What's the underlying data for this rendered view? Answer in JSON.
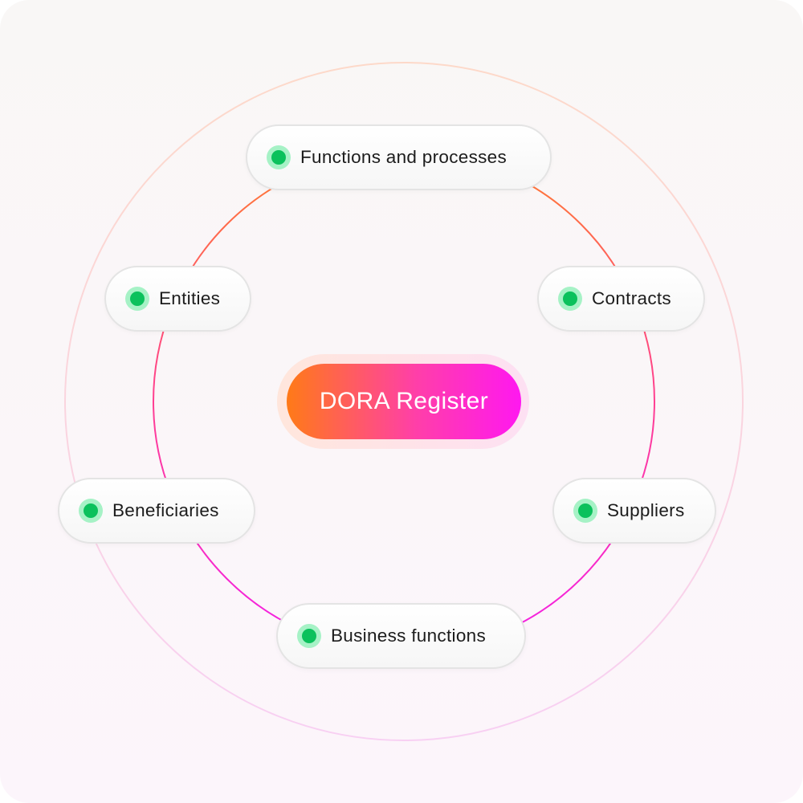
{
  "center": {
    "label": "DORA Register"
  },
  "nodes": [
    {
      "id": "functions-and-processes",
      "label": "Functions and processes"
    },
    {
      "id": "entities",
      "label": "Entities"
    },
    {
      "id": "contracts",
      "label": "Contracts"
    },
    {
      "id": "beneficiaries",
      "label": "Beneficiaries"
    },
    {
      "id": "suppliers",
      "label": "Suppliers"
    },
    {
      "id": "business-functions",
      "label": "Business functions"
    }
  ],
  "colors": {
    "accent_orange": "#ff7a17",
    "accent_magenta": "#ff18f0",
    "status_dot": "#0bc15c",
    "status_dot_halo": "#a6f2c6",
    "text": "#1c1c1c"
  },
  "icons": {
    "status": "status-dot-icon"
  }
}
